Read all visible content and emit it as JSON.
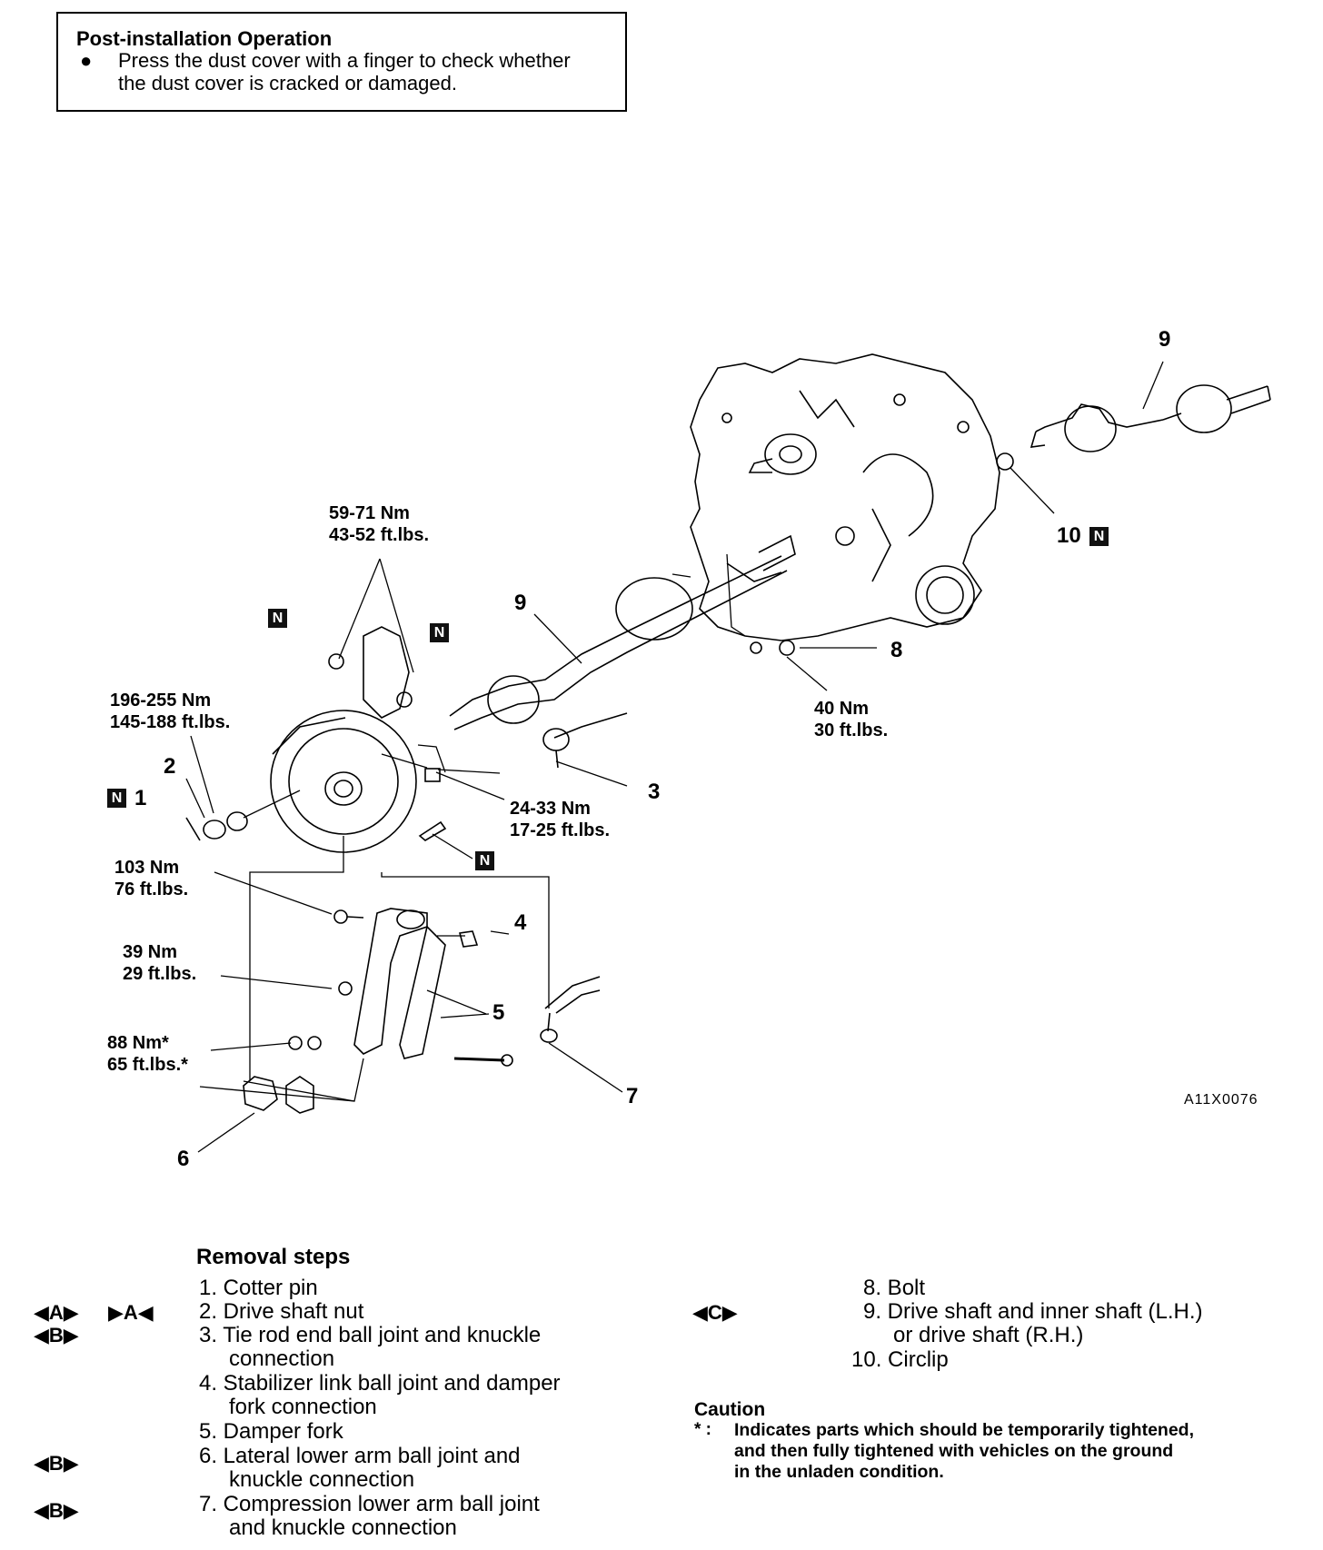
{
  "note": {
    "title": "Post-installation  Operation",
    "bullet": "●",
    "line1": "Press the dust cover with a finger to check whether",
    "line2": "the  dust  cover  is  cracked  or  damaged."
  },
  "callouts": {
    "torque_59_71": [
      "59-71 Nm",
      "43-52 ft.lbs."
    ],
    "torque_196_255": [
      "196-255 Nm",
      "145-188 ft.lbs."
    ],
    "torque_40": [
      "40 Nm",
      "30 ft.lbs."
    ],
    "torque_24_33": [
      "24-33 Nm",
      "17-25 ft.lbs."
    ],
    "torque_103": [
      "103 Nm",
      "76 ft.lbs."
    ],
    "torque_39": [
      "39 Nm",
      "29 ft.lbs."
    ],
    "torque_88": [
      "88 Nm*",
      "65 ft.lbs.*"
    ]
  },
  "numbers": {
    "n1": "1",
    "n2": "2",
    "n3": "3",
    "n4": "4",
    "n5": "5",
    "n6": "6",
    "n7": "7",
    "n8": "8",
    "n9_upper": "9",
    "n9_lower": "9",
    "n10": "10"
  },
  "n_symbol": "N",
  "figure_code": "A11X0076",
  "removal": {
    "title": "Removal  steps",
    "left_steps": [
      "1. Cotter  pin",
      "2. Drive  shaft  nut",
      "3. Tie  rod  end  ball  joint  and  knuckle",
      "connection",
      "4. Stabilizer  link  ball  joint  and  damper",
      "fork  connection",
      "5. Damper  fork",
      "6. Lateral  lower  arm  ball  joint  and",
      "knuckle  connection",
      "7. Compression  lower  arm  ball  joint",
      "and  knuckle  connection"
    ],
    "right_steps": [
      "8. Bolt",
      "9. Drive  shaft  and  inner  shaft  (L.H.)",
      "or  drive  shaft  (R.H.)",
      "10. Circlip"
    ],
    "marks": {
      "A_install": "◀A▶",
      "A_remove": "▶A◀",
      "B": "◀B▶",
      "C": "◀C▶"
    }
  },
  "caution": {
    "title": "Caution",
    "star": "* :",
    "lines": [
      "Indicates parts which should be temporarily tightened,",
      "and then fully tightened with vehicles on the ground",
      "in the unladen condition."
    ]
  }
}
